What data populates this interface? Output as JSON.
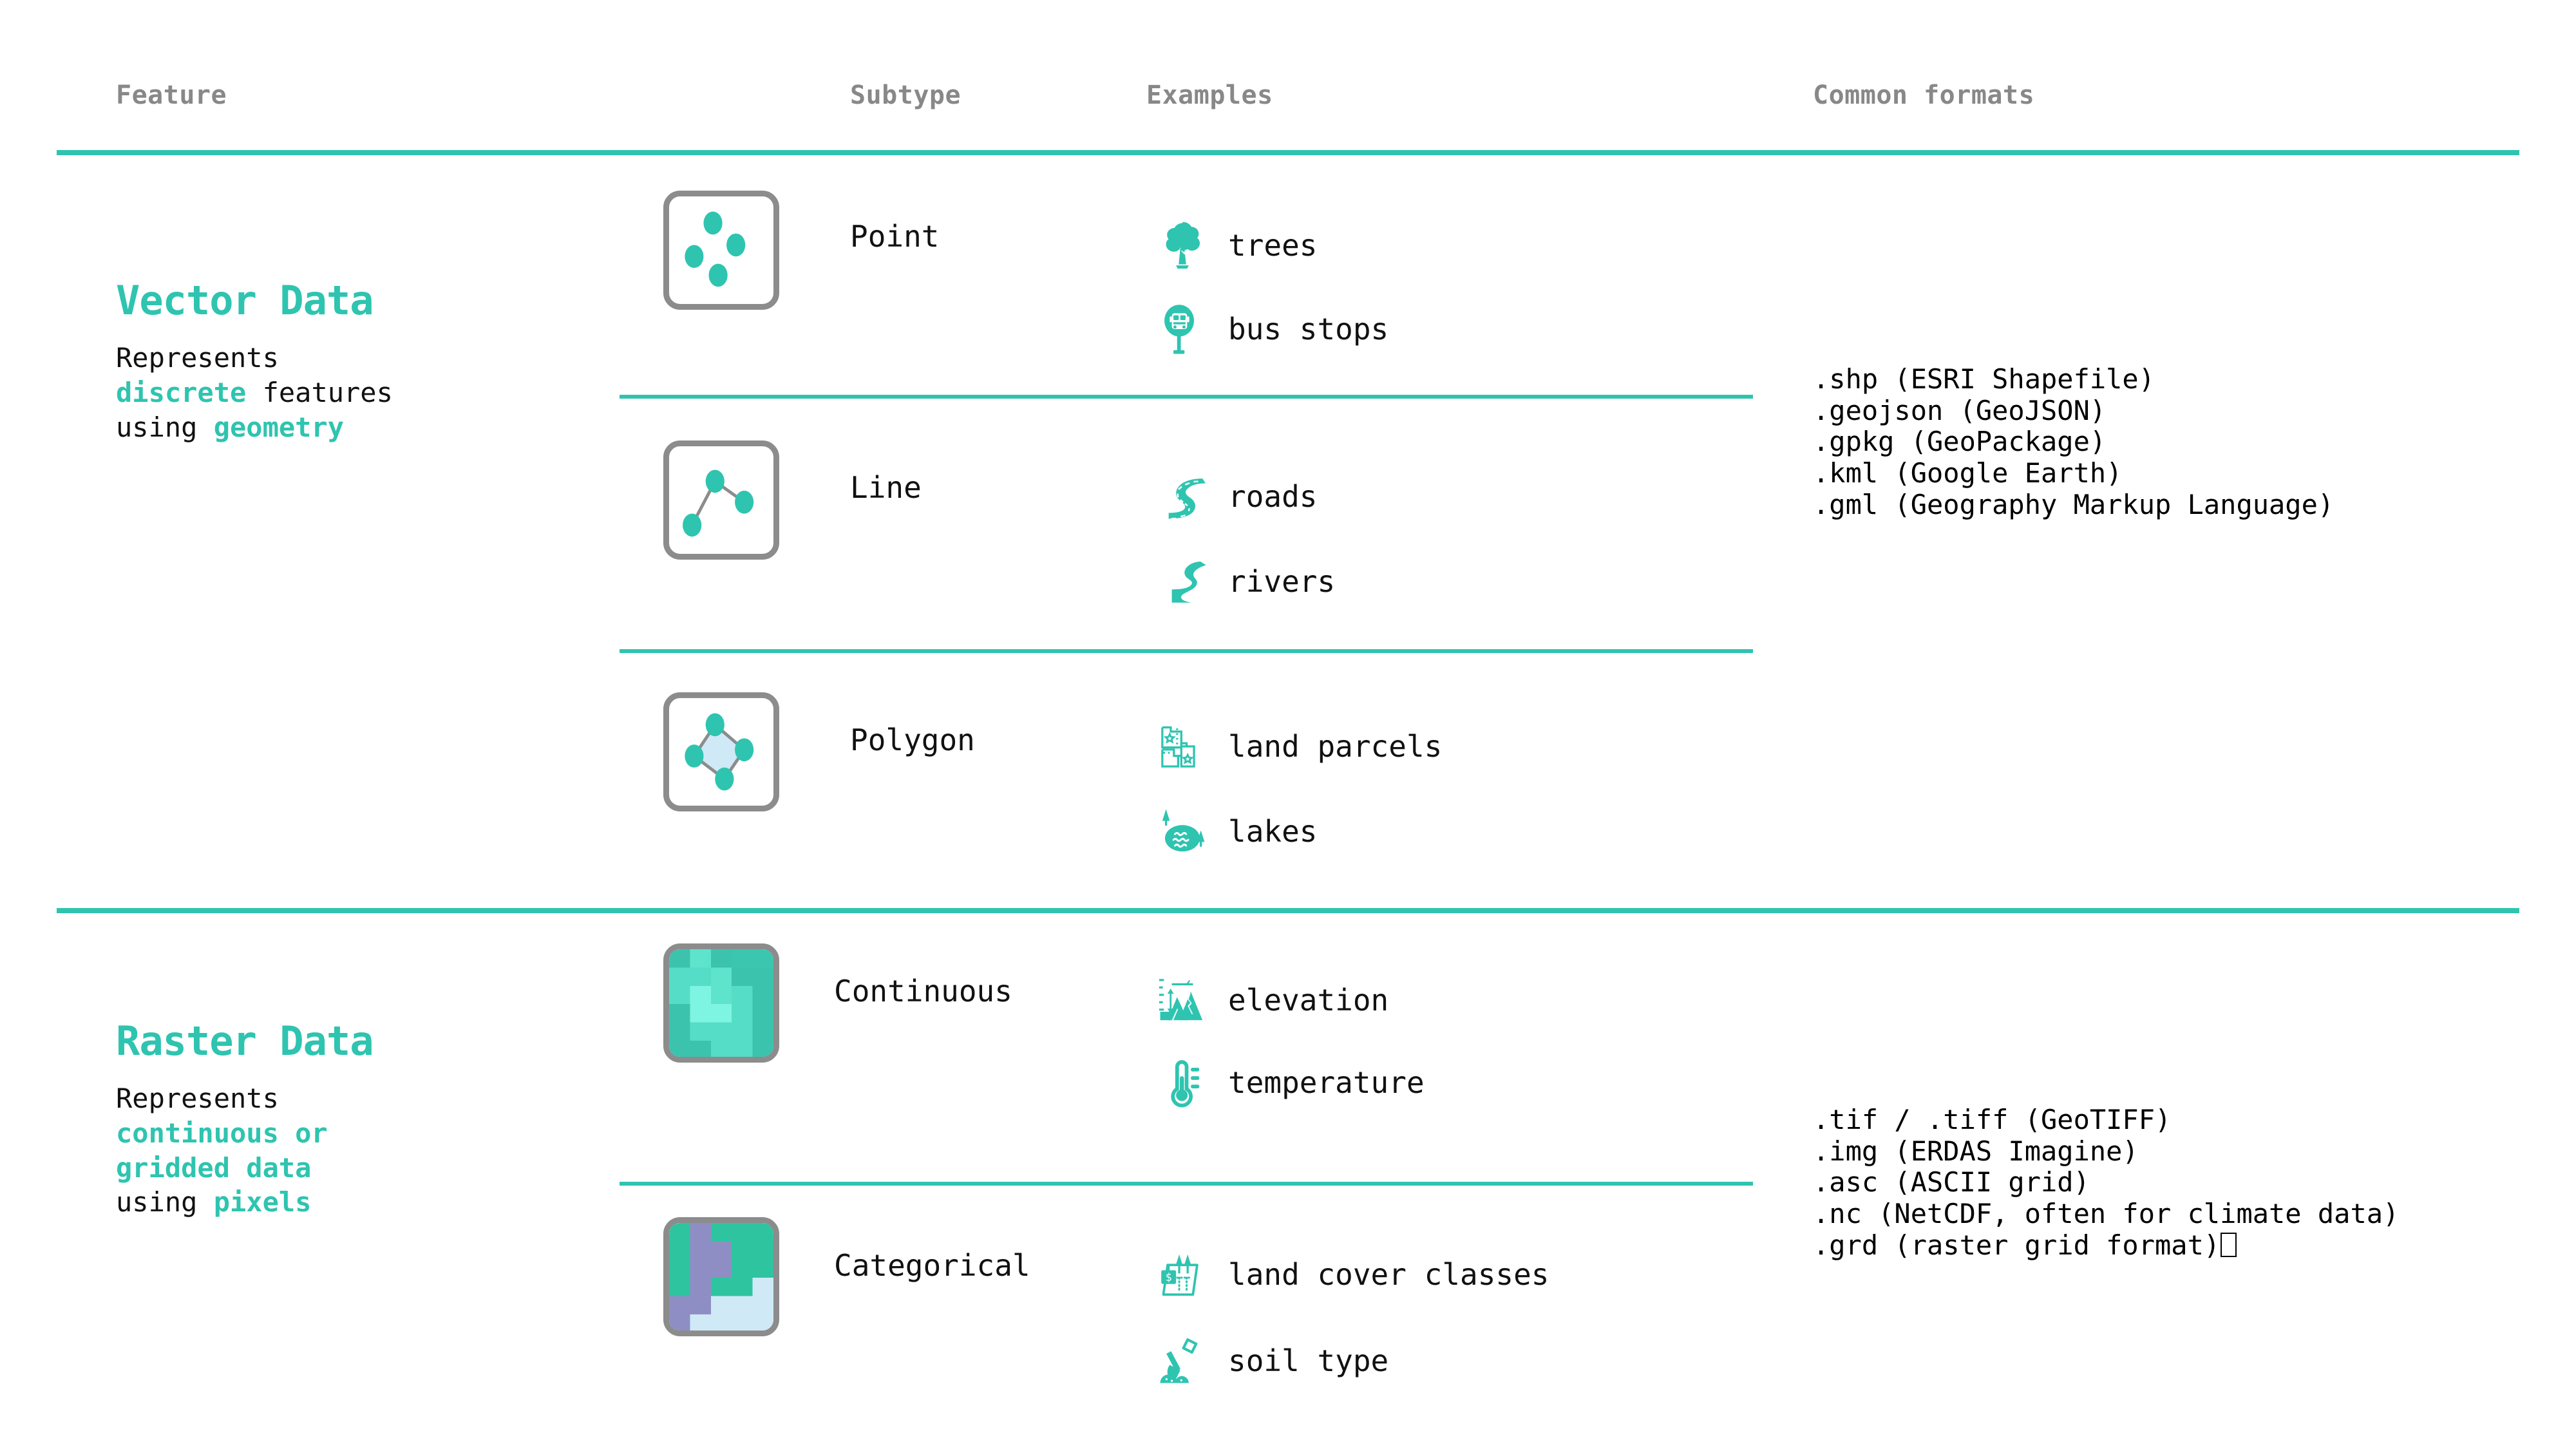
{
  "accent": "#2ec4b0",
  "header": {
    "columns": [
      {
        "label": "Feature"
      },
      {
        "label": "Subtype"
      },
      {
        "label": "Examples"
      },
      {
        "label": "Common formats"
      }
    ]
  },
  "sections": [
    {
      "id": "vector",
      "title": "Vector Data",
      "desc_line1": "Represents",
      "desc_em1": "discrete",
      "desc_tail1": " features",
      "desc_line2_lead": "using ",
      "desc_em2": "geometry",
      "formats": [
        ".shp (ESRI Shapefile)",
        ".geojson (GeoJSON)",
        ".gpkg (GeoPackage)",
        ".kml (Google Earth)",
        ".gml (Geography Markup Language)"
      ],
      "rows": [
        {
          "subtype": "Point",
          "icon": "point-geometry-icon",
          "examples": [
            {
              "label": "trees",
              "icon": "tree-icon"
            },
            {
              "label": "bus stops",
              "icon": "bus-stop-sign-icon"
            }
          ]
        },
        {
          "subtype": "Line",
          "icon": "line-geometry-icon",
          "examples": [
            {
              "label": "roads",
              "icon": "road-icon"
            },
            {
              "label": "rivers",
              "icon": "river-icon"
            }
          ]
        },
        {
          "subtype": "Polygon",
          "icon": "polygon-geometry-icon",
          "examples": [
            {
              "label": "land parcels",
              "icon": "land-parcels-icon"
            },
            {
              "label": "lakes",
              "icon": "lake-icon"
            }
          ]
        }
      ]
    },
    {
      "id": "raster",
      "title": "Raster Data",
      "desc_line1": "Represents",
      "desc_em1": "continuous or",
      "desc_em1b": "gridded data",
      "desc_line2_lead": "using ",
      "desc_em2": "pixels",
      "formats": [
        ".tif / .tiff (GeoTIFF)",
        ".img (ERDAS Imagine)",
        ".asc (ASCII grid)",
        ".nc (NetCDF, often for climate data)",
        ".grd (raster grid format)"
      ],
      "formats_last_has_tofu": true,
      "rows": [
        {
          "subtype": "Continuous",
          "icon": "continuous-raster-icon",
          "examples": [
            {
              "label": "elevation",
              "icon": "mountain-elevation-icon"
            },
            {
              "label": "temperature",
              "icon": "thermometer-icon"
            }
          ]
        },
        {
          "subtype": "Categorical",
          "icon": "categorical-raster-icon",
          "examples": [
            {
              "label": "land cover classes",
              "icon": "land-cover-icon"
            },
            {
              "label": "soil type",
              "icon": "shovel-soil-icon"
            }
          ]
        }
      ]
    }
  ]
}
